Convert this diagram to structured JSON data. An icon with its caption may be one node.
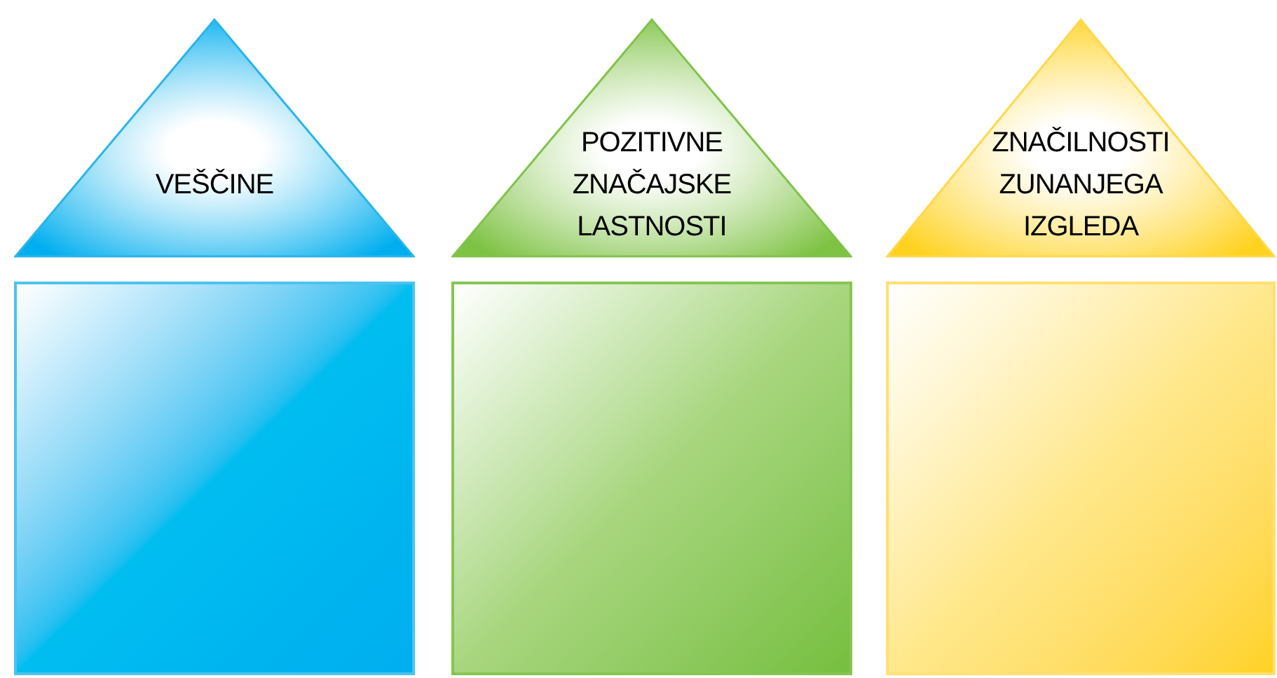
{
  "diagram": {
    "nodes": [
      {
        "text": [
          "VEŠČINE"
        ]
      },
      {
        "text": [
          "POZITIVNE ZNAČAJSKE LASTNOSTI"
        ]
      },
      {
        "text": [
          "ZNAČILNOSTI ZUNANJEGA IZGLEDA"
        ]
      },
      {
        "text": [],
        "shape": "box"
      },
      {
        "text": [],
        "shape": "box"
      },
      {
        "text": [],
        "shape": "box"
      }
    ]
  }
}
